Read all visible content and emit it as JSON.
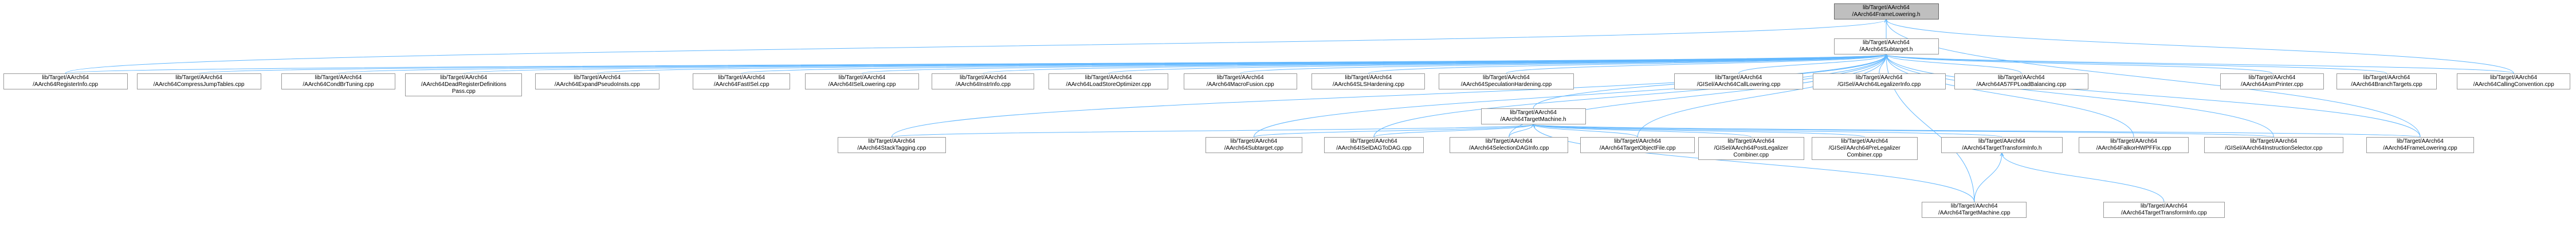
{
  "graph": {
    "root": "lib/Target/AArch64\n/AArch64FrameLowering.h",
    "subtarget_h": "lib/Target/AArch64\n/AArch64Subtarget.h",
    "target_machine_h": "lib/Target/AArch64\n/AArch64TargetMachine.h",
    "row1": [
      "lib/Target/AArch64\n/AArch64RegisterInfo.cpp",
      "lib/Target/AArch64\n/AArch64CompressJumpTables.cpp",
      "lib/Target/AArch64\n/AArch64CondBrTuning.cpp",
      "lib/Target/AArch64\n/AArch64DeadRegisterDefinitions\nPass.cpp",
      "lib/Target/AArch64\n/AArch64ExpandPseudoInsts.cpp",
      "lib/Target/AArch64\n/AArch64FastISel.cpp",
      "lib/Target/AArch64\n/AArch64ISelLowering.cpp",
      "lib/Target/AArch64\n/AArch64InstrInfo.cpp",
      "lib/Target/AArch64\n/AArch64LoadStoreOptimizer.cpp",
      "lib/Target/AArch64\n/AArch64MacroFusion.cpp",
      "lib/Target/AArch64\n/AArch64SLSHardening.cpp",
      "lib/Target/AArch64\n/AArch64SpeculationHardening.cpp",
      "lib/Target/AArch64\n/GISel/AArch64CallLowering.cpp",
      "lib/Target/AArch64\n/GISel/AArch64LegalizerInfo.cpp",
      "lib/Target/AArch64\n/AArch64A57FPLoadBalancing.cpp",
      "lib/Target/AArch64\n/AArch64AsmPrinter.cpp",
      "lib/Target/AArch64\n/AArch64BranchTargets.cpp",
      "lib/Target/AArch64\n/AArch64CallingConvention.cpp"
    ],
    "row2": [
      "lib/Target/AArch64\n/AArch64StackTagging.cpp",
      "lib/Target/AArch64\n/AArch64Subtarget.cpp",
      "lib/Target/AArch64\n/AArch64ISelDAGToDAG.cpp",
      "lib/Target/AArch64\n/AArch64SelectionDAGInfo.cpp",
      "lib/Target/AArch64\n/AArch64TargetObjectFile.cpp",
      "lib/Target/AArch64\n/GISel/AArch64PostLegalizer\nCombiner.cpp",
      "lib/Target/AArch64\n/GISel/AArch64PreLegalizer\nCombiner.cpp",
      "lib/Target/AArch64\n/AArch64TargetTransformInfo.h",
      "lib/Target/AArch64\n/AArch64FalkorHWPFFix.cpp",
      "lib/Target/AArch64\n/GISel/AArch64InstructionSelector.cpp",
      "lib/Target/AArch64\n/AArch64FrameLowering.cpp"
    ],
    "row3": [
      "lib/Target/AArch64\n/AArch64TargetMachine.cpp",
      "lib/Target/AArch64\n/AArch64TargetTransformInfo.cpp"
    ],
    "colors": {
      "edge": "#63b8ff",
      "node_border": "#999999",
      "root_fill": "#bfbfbf"
    }
  }
}
